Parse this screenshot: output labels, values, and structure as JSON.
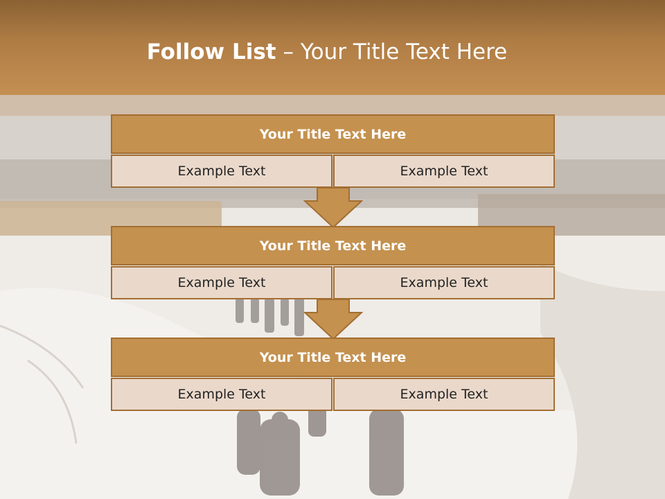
{
  "slide": {
    "title_bold": "Follow List",
    "title_rest": " – Your Title Text Here"
  },
  "colors": {
    "header_top": "#8a6233",
    "header_bottom": "#c48f52",
    "block_fill": "#c4914f",
    "block_border": "#a36e32",
    "cell_fill": "#ead9cb"
  },
  "blocks": [
    {
      "title": "Your Title Text Here",
      "left": "Example Text",
      "right": "Example Text"
    },
    {
      "title": "Your Title Text Here",
      "left": "Example Text",
      "right": "Example Text"
    },
    {
      "title": "Your Title Text Here",
      "left": "Example Text",
      "right": "Example Text"
    }
  ],
  "connectors": [
    "down-arrow-icon",
    "down-arrow-icon"
  ]
}
